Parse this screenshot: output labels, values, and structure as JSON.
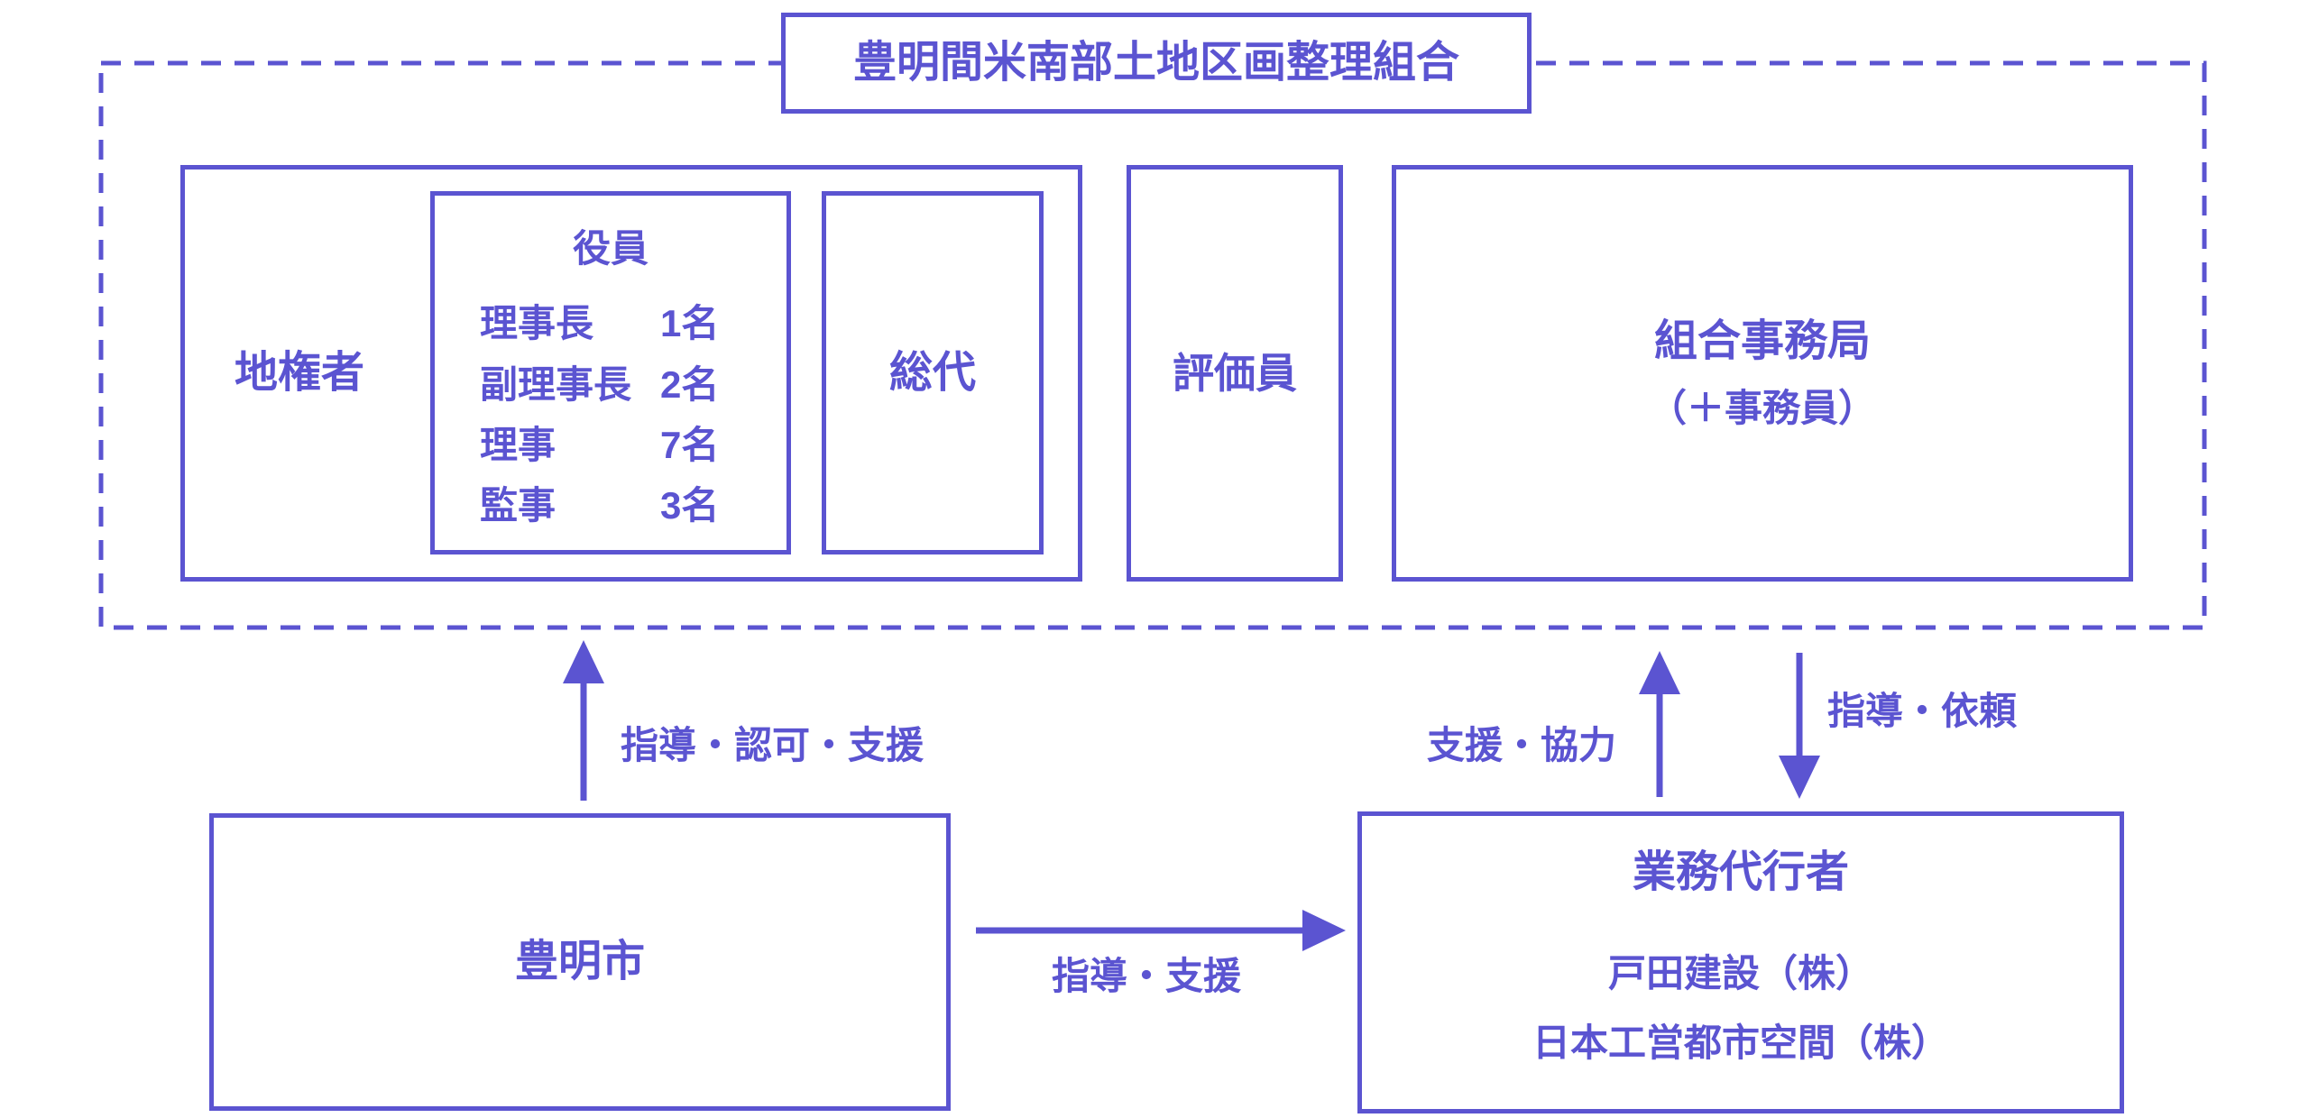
{
  "colors": {
    "accent": "#5b54d1",
    "background": "#ffffff"
  },
  "union": {
    "title": "豊明間米南部土地区画整理組合",
    "landowners": {
      "label": "地権者"
    },
    "officers": {
      "title": "役員",
      "rows": [
        {
          "role": "理事長",
          "count": "1名"
        },
        {
          "role": "副理事長",
          "count": "2名"
        },
        {
          "role": "理事",
          "count": "7名"
        },
        {
          "role": "監事",
          "count": "3名"
        }
      ]
    },
    "representatives": {
      "label": "総代"
    },
    "evaluators": {
      "label": "評価員"
    },
    "secretariat": {
      "title": "組合事務局",
      "subtitle": "（＋事務員）"
    }
  },
  "city": {
    "label": "豊明市"
  },
  "agent": {
    "title": "業務代行者",
    "companies": [
      "戸田建設（株）",
      "日本工営都市空間（株）"
    ]
  },
  "arrows": {
    "city_to_union": "指導・認可・支援",
    "agent_to_union": "支援・協力",
    "union_to_agent": "指導・依頼",
    "city_to_agent": "指導・支援"
  }
}
